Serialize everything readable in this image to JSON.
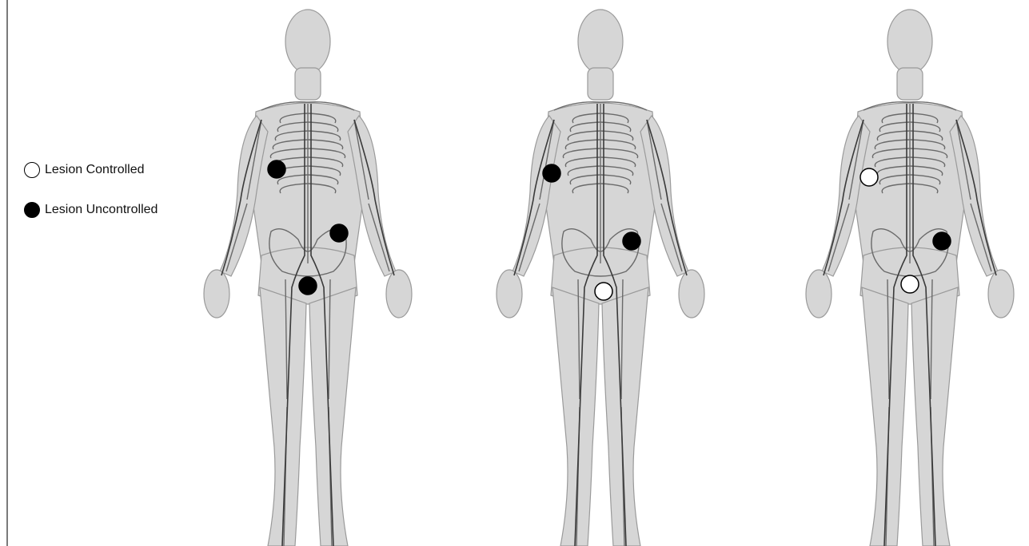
{
  "legend": {
    "items": [
      {
        "label": "Lesion Controlled",
        "fill": "#ffffff"
      },
      {
        "label": "Lesion Uncontrolled",
        "fill": "#000000"
      }
    ]
  },
  "figures": [
    {
      "lesions": [
        {
          "site": "right-chest",
          "status": "uncontrolled"
        },
        {
          "site": "left-pelvis",
          "status": "uncontrolled"
        },
        {
          "site": "groin",
          "status": "uncontrolled"
        }
      ]
    },
    {
      "lesions": [
        {
          "site": "right-chest",
          "status": "uncontrolled"
        },
        {
          "site": "left-pelvis",
          "status": "uncontrolled"
        },
        {
          "site": "groin",
          "status": "controlled"
        }
      ]
    },
    {
      "lesions": [
        {
          "site": "right-chest",
          "status": "controlled"
        },
        {
          "site": "left-pelvis",
          "status": "uncontrolled"
        },
        {
          "site": "groin",
          "status": "controlled"
        }
      ]
    }
  ],
  "colors": {
    "controlled": "#ffffff",
    "uncontrolled": "#000000",
    "body": "#d6d6d6",
    "bone": "#ededed",
    "vessel": "#3a3a3a"
  }
}
